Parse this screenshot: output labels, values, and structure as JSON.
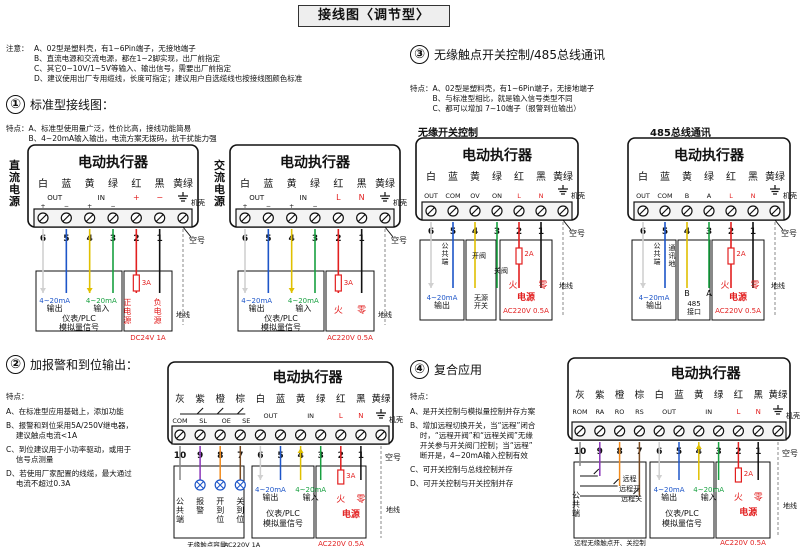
{
  "title": "接线图〈调节型〉",
  "note": {
    "label": "注意：",
    "lines": [
      "A、02型是塑料壳，有1~6Pin端子，无接地端子",
      "B、直流电源和交流电源，都在1~2脚实现，出厂前指定",
      "C、其它0~10V/1~5V等输入、输出信号，需要出厂前指定",
      "D、建议使用出厂专用缆线，长度可指定；建议用户自选缆线也按接线图颜色标准"
    ]
  },
  "sections": [
    {
      "num": "①",
      "title": "标准型接线图：",
      "desc": [
        "特点：A、标准型使用量广泛，性价比高，接线功能简易",
        "　　　B、4~20mA输入输出，电流方案无拨码，抗干扰能力强"
      ]
    },
    {
      "num": "②",
      "title": "加报警和到位输出：",
      "desc_head": "特点：",
      "desc": [
        "A、在标准型应用基础上，添加功能",
        "B、报警和到位采用5A/250V继电器，",
        "　 建议触点电流<1A",
        "C、到位建议用于小功率驱动，或用于",
        "　 信号点测量",
        "D、若使用厂家配置的线缆，最大通过",
        "　 电流不超过0.3A"
      ]
    },
    {
      "num": "③",
      "title": "无缘触点开关控制/485总线通讯",
      "desc": [
        "特点：A、02型是塑料壳，有1~6Pin端子，无接地端子",
        "　　　B、与标准型相比，就是输入信号类型不同",
        "　　　C、都可以增加 7~10端子（报警到位输出）"
      ]
    },
    {
      "num": "④",
      "title": "复合应用",
      "desc_head": "特点：",
      "desc": [
        "A、是开关控制与模拟量控制并存方案",
        "B、增加远程切换开关，当“远程”闭合",
        "　 时，“远程开阀”和“远程关阀”无缘",
        "　 开关参与开关阀门控制；当“远程”",
        "　 断开是，4~20mA输入控制有效",
        "C、可开关控制与总线控制并存",
        "D、可开关控制与开关控制并存"
      ]
    }
  ],
  "diagrams": {
    "d1": {
      "vertical_label": "直流电源",
      "title": "电动执行器",
      "colors": [
        "白",
        "蓝",
        "黄",
        "绿",
        "红",
        "黑",
        "黄绿"
      ],
      "groups": [
        "OUT",
        "IN",
        "+",
        "−",
        "机壳"
      ],
      "pins": [
        "6",
        "5",
        "4",
        "3",
        "2",
        "1"
      ],
      "kong": "空号",
      "out": "4~20mA输出",
      "in": "4~20mA输入",
      "fuse": "3A",
      "pos": "正电源",
      "neg": "负电源",
      "ground": "地线",
      "box": "仪表/PLC模拟量信号",
      "power": "DC24V 1A"
    },
    "d2": {
      "vertical_label": "交流电源",
      "title": "电动执行器",
      "colors": [
        "白",
        "蓝",
        "黄",
        "绿",
        "红",
        "黑",
        "黄绿"
      ],
      "groups": [
        "OUT",
        "IN",
        "L",
        "N",
        "机壳"
      ],
      "pins": [
        "6",
        "5",
        "4",
        "3",
        "2",
        "1"
      ],
      "kong": "空号",
      "out": "4~20mA输出",
      "in": "4~20mA输入",
      "fuse": "3A",
      "live": "火",
      "zero": "零",
      "ground": "地线",
      "box": "仪表/PLC模拟量信号",
      "power": "AC220V 0.5A"
    },
    "d3": {
      "sub": "无缘开关控制",
      "title": "电动执行器",
      "colors": [
        "白",
        "蓝",
        "黄",
        "绿",
        "红",
        "黑",
        "黄绿"
      ],
      "terms": [
        "OUT",
        "COM",
        "OV",
        "ON",
        "L",
        "N",
        "机壳"
      ],
      "pins": [
        "6",
        "5",
        "4",
        "3",
        "2",
        "1"
      ],
      "kong": "空号",
      "com": "公共端",
      "open": "开阀",
      "close": "关阀",
      "out": "4~20mA输出",
      "sw": "无源开关",
      "fuse": "2A",
      "live": "火",
      "zero": "零",
      "powerword": "电源",
      "ground": "地线",
      "power": "AC220V 0.5A"
    },
    "d4": {
      "sub": "485总线通讯",
      "title": "电动执行器",
      "colors": [
        "白",
        "蓝",
        "黄",
        "绿",
        "红",
        "黑",
        "黄绿"
      ],
      "terms": [
        "OUT",
        "COM",
        "B",
        "A",
        "L",
        "N",
        "机壳"
      ],
      "pins": [
        "6",
        "5",
        "4",
        "3",
        "2",
        "1"
      ],
      "kong": "空号",
      "com": "公共端",
      "comm_ground": "通讯地",
      "b": "B",
      "a": "A",
      "port": "485接口",
      "out": "4~20mA输出",
      "fuse": "2A",
      "live": "火",
      "zero": "零",
      "powerword": "电源",
      "ground": "地线",
      "power": "AC220V 0.5A"
    },
    "d5": {
      "title": "电动执行器",
      "colors": [
        "灰",
        "紫",
        "橙",
        "棕",
        "白",
        "蓝",
        "黄",
        "绿",
        "红",
        "黑",
        "黄绿"
      ],
      "terms": [
        "COM",
        "SL",
        "OE",
        "SE",
        "OUT",
        "IN",
        "L",
        "N",
        "机壳"
      ],
      "pins": [
        "10",
        "9",
        "8",
        "7",
        "6",
        "5",
        "4",
        "3",
        "2",
        "1"
      ],
      "kong": "空号",
      "com": "公共端",
      "alarm": "报警",
      "open": "开到位",
      "close": "关到位",
      "out": "4~20mA输出",
      "in": "4~20mA输入",
      "fuse": "3A",
      "live": "火",
      "zero": "零",
      "powerword": "电源",
      "ground": "地线",
      "box": "仪表/PLC模拟量信号",
      "cap": "无缘触点容量：AC220V 1A",
      "power": "AC220V 0.5A"
    },
    "d6": {
      "title": "电动执行器",
      "colors": [
        "灰",
        "紫",
        "橙",
        "棕",
        "白",
        "蓝",
        "黄",
        "绿",
        "红",
        "黑",
        "黄绿"
      ],
      "terms": [
        "ROM",
        "RA",
        "RO",
        "RS",
        "OUT",
        "IN",
        "L",
        "N",
        "机壳"
      ],
      "pins": [
        "10",
        "9",
        "8",
        "7",
        "6",
        "5",
        "4",
        "3",
        "2",
        "1"
      ],
      "kong": "空号",
      "com": "公共端",
      "remote": "远程",
      "remote_open": "远程开",
      "remote_close": "远程关",
      "out": "4~20mA输出",
      "in": "4~20mA输入",
      "fuse": "2A",
      "live": "火",
      "zero": "零",
      "powerword": "电源",
      "ground": "地线",
      "box": "仪表/PLC模拟量信号",
      "cap": "远程无缘触点开、关控制",
      "power": "AC220V 0.5A"
    }
  },
  "wire_colors": {
    "white": "#d0d0d0",
    "blue": "#1d55c8",
    "yellow": "#e0c000",
    "green": "#18a040",
    "red": "#e21f1f",
    "black": "#111111",
    "yg": "#7bb83a",
    "grey": "#888888",
    "purple": "#8a35b8",
    "orange": "#f08a1c",
    "brown": "#7a4a20"
  }
}
